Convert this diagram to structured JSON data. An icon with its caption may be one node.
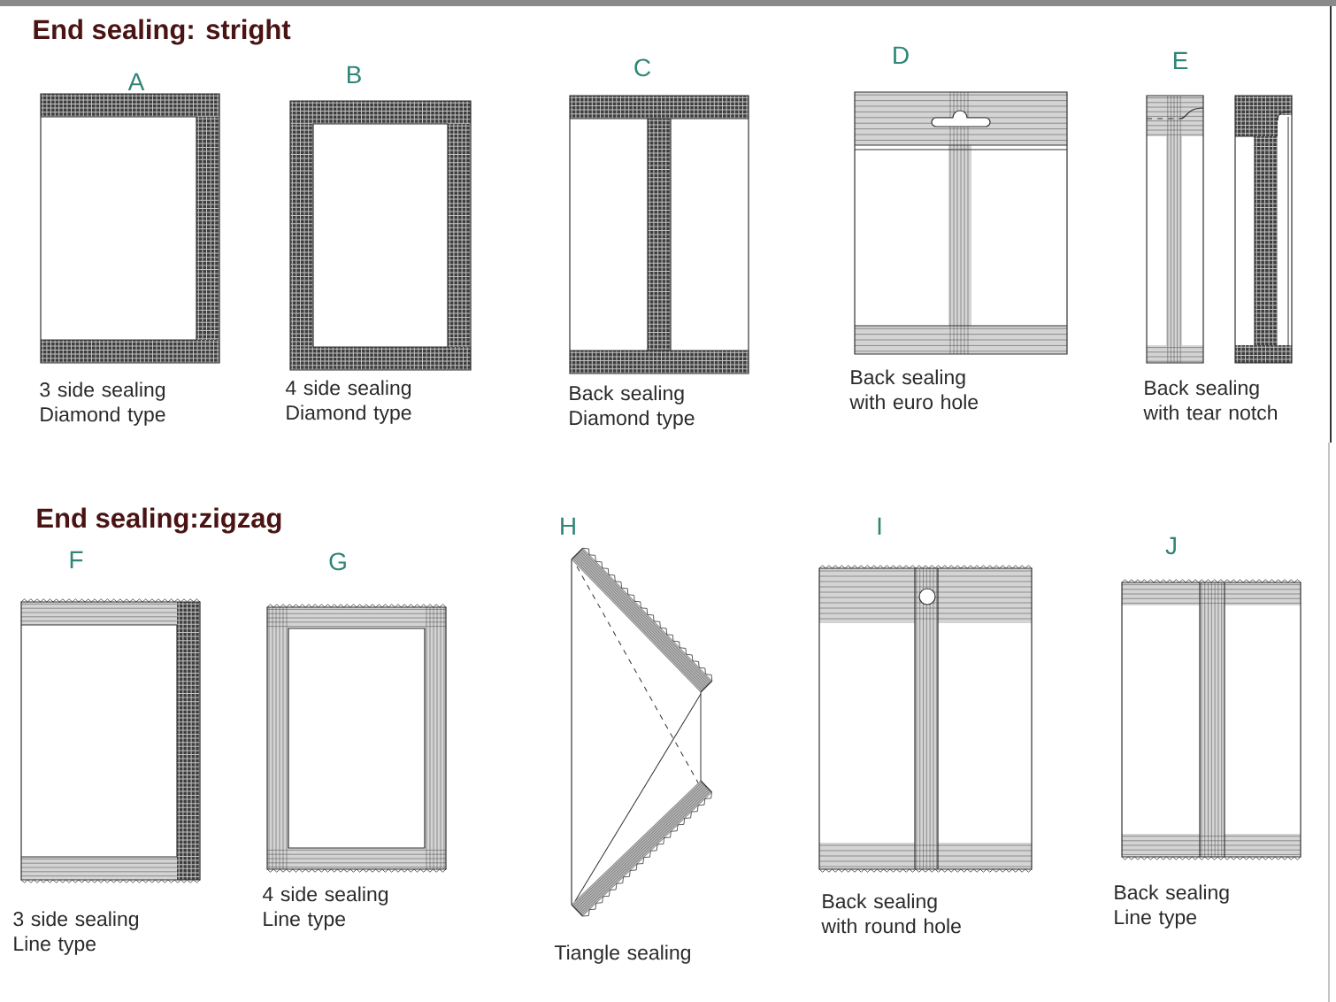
{
  "diagram": {
    "title": "End sealing: stright",
    "nodes": [
      {
        "text": [
          "A"
        ],
        "beside": [
          "3 side sealing Diamond type"
        ]
      },
      {
        "text": [
          "B"
        ],
        "beside": [
          "4 side sealing Diamond type"
        ]
      },
      {
        "text": [
          "C"
        ],
        "beside": [
          "Back sealing Diamond type"
        ]
      },
      {
        "text": [
          "D"
        ],
        "beside": [
          "Back sealing with euro hole"
        ]
      },
      {
        "text": [
          "E"
        ],
        "beside": [
          "Back sealing with tear notch"
        ]
      },
      {
        "text": [
          "F"
        ],
        "beside": [
          "3 side sealing Line type"
        ]
      },
      {
        "text": [
          "G"
        ],
        "beside": [
          "4 side sealing Line type"
        ]
      },
      {
        "text": [
          "H"
        ],
        "beside": [
          "Tiangle sealing"
        ]
      },
      {
        "text": [
          "I"
        ],
        "beside": [
          "Back sealing with round hole"
        ]
      },
      {
        "text": [
          "J"
        ],
        "beside": [
          "Back sealing Line type"
        ]
      }
    ],
    "labels": [
      "End sealing:zigzag"
    ]
  }
}
